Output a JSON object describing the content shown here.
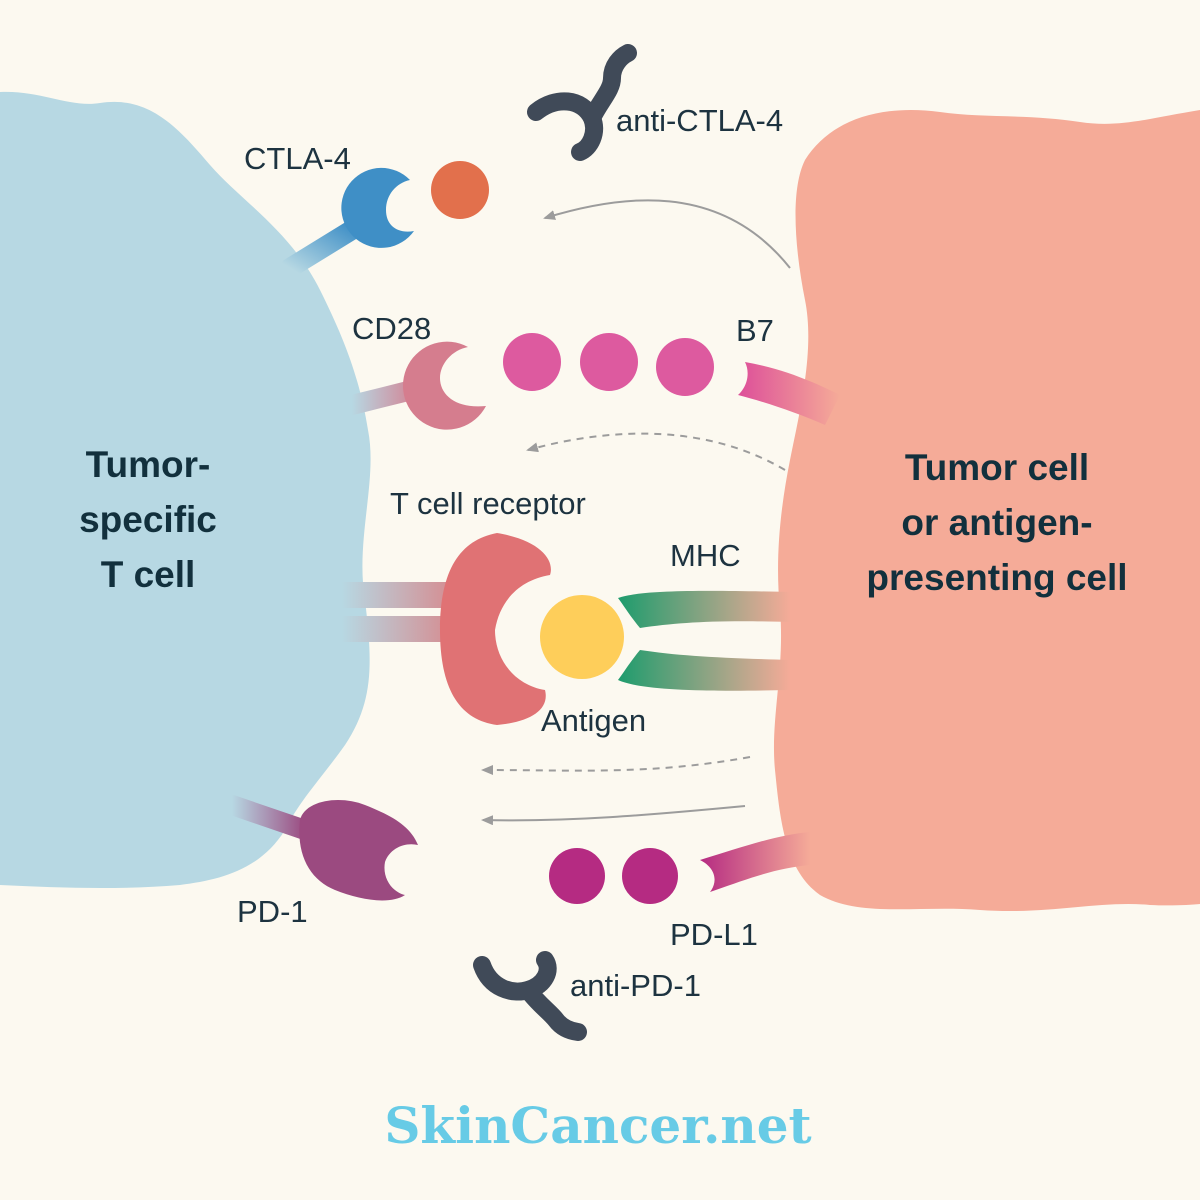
{
  "diagram": {
    "t_cell": {
      "title_lines": [
        "Tumor-",
        "specific",
        "T cell"
      ]
    },
    "tumor_cell": {
      "title_lines": [
        "Tumor cell",
        "or antigen-",
        "presenting cell"
      ]
    },
    "labels": {
      "ctla4": "CTLA-4",
      "anti_ctla4": "anti-CTLA-4",
      "cd28": "CD28",
      "b7": "B7",
      "tcr": "T cell receptor",
      "mhc": "MHC",
      "antigen": "Antigen",
      "pd1": "PD-1",
      "pdl1": "PD-L1",
      "anti_pd1": "anti-PD-1"
    },
    "colors": {
      "background": "#fcf9f0",
      "t_cell": "#b7d8e3",
      "tumor_cell": "#f5ab98",
      "ctla4": "#3f8fc6",
      "b7": "#dd5a9f",
      "cd28": "#d57d8e",
      "tcr": "#e07274",
      "mhc": "#1e9c6d",
      "antigen": "#fece5a",
      "pd1": "#9b4a80",
      "pdl1": "#b52b82",
      "antibody": "#404a58",
      "orange_dot": "#e2704c",
      "brand": "#67cbe6"
    }
  },
  "brand": {
    "name": "SkinCancer.net"
  }
}
